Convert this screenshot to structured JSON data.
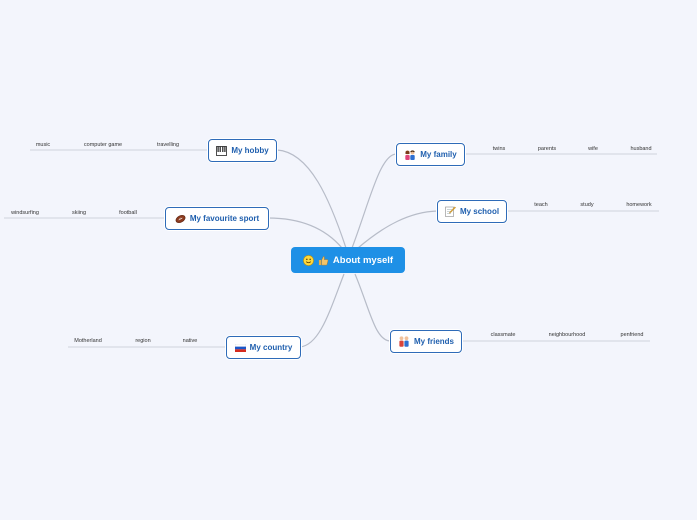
{
  "central": {
    "label": "About myself",
    "icons": [
      "smiley-icon",
      "thumbs-up-icon"
    ]
  },
  "topics": {
    "hobby": {
      "label": "My hobby",
      "icon": "piano-keyboard-icon",
      "leaves": [
        "music",
        "computer game",
        "travelling"
      ]
    },
    "sport": {
      "label": "My favourite sport",
      "icon": "football-icon",
      "leaves": [
        "windsurfing",
        "skiing",
        "football"
      ]
    },
    "country": {
      "label": "My country",
      "icon": "russia-flag-icon",
      "leaves": [
        "Motherland",
        "region",
        "native"
      ]
    },
    "family": {
      "label": "My family",
      "icon": "couple-icon",
      "leaves": [
        "twins",
        "parents",
        "wife",
        "husband"
      ]
    },
    "school": {
      "label": "My school",
      "icon": "memo-icon",
      "leaves": [
        "teach",
        "study",
        "homework"
      ]
    },
    "friends": {
      "label": "My friends",
      "icon": "friends-icon",
      "leaves": [
        "classmate",
        "neighbourhood",
        "penfriend"
      ]
    }
  },
  "colors": {
    "background": "#f3f5fc",
    "central_fill": "#1e90e6",
    "node_border": "#2e6bb8",
    "node_text": "#1f5fae",
    "connector": "#b7bcc8"
  }
}
